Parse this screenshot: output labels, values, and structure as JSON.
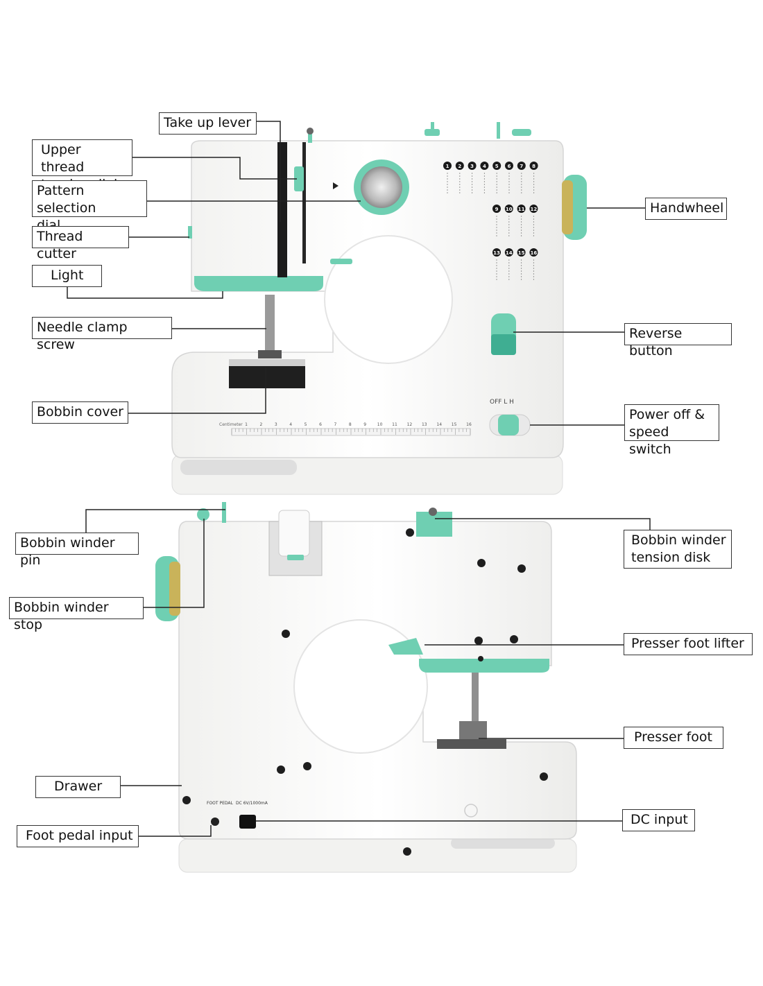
{
  "labels": {
    "take_up_lever": "Take up lever",
    "upper_thread_tension_dial": "Upper thread\ntension dial",
    "pattern_selection_dial": "Pattern selection\ndial",
    "thread_cutter": "Thread cutter",
    "light": "Light",
    "needle_clamp_screw": "Needle clamp screw",
    "bobbin_cover": "Bobbin cover",
    "handwheel": "Handwheel",
    "reverse_button": "Reverse button",
    "power_speed_switch": "Power off &\nspeed switch",
    "bobbin_winder_pin": "Bobbin winder pin",
    "bobbin_winder_stop": "Bobbin winder stop",
    "drawer": "Drawer",
    "foot_pedal_input": "Foot pedal input",
    "bobbin_winder_tension_disk": "Bobbin winder\ntension disk",
    "presser_foot_lifter": "Presser foot lifter",
    "presser_foot": "Presser foot",
    "dc_input": "DC input"
  },
  "machine_front": {
    "stitch_numbers_row1": [
      "1",
      "2",
      "3",
      "4",
      "5",
      "6",
      "7",
      "8"
    ],
    "stitch_numbers_row2": [
      "9",
      "10",
      "11",
      "12"
    ],
    "stitch_numbers_row3": [
      "13",
      "14",
      "15",
      "16"
    ],
    "switch_text": "OFF  L  H",
    "ruler_label": "Centimeter",
    "ruler_numbers": [
      "1",
      "2",
      "3",
      "4",
      "5",
      "6",
      "7",
      "8",
      "9",
      "10",
      "11",
      "12",
      "13",
      "14",
      "15",
      "16"
    ]
  },
  "machine_back": {
    "foot_pedal_tag": "FOOT PEDAL",
    "dc_tag": "DC 6V/1000mA"
  },
  "colors": {
    "accent": "#6fcfb2",
    "accent_dark": "#3fae92",
    "body": "#f7f7f5",
    "gold": "#c9b35a"
  }
}
